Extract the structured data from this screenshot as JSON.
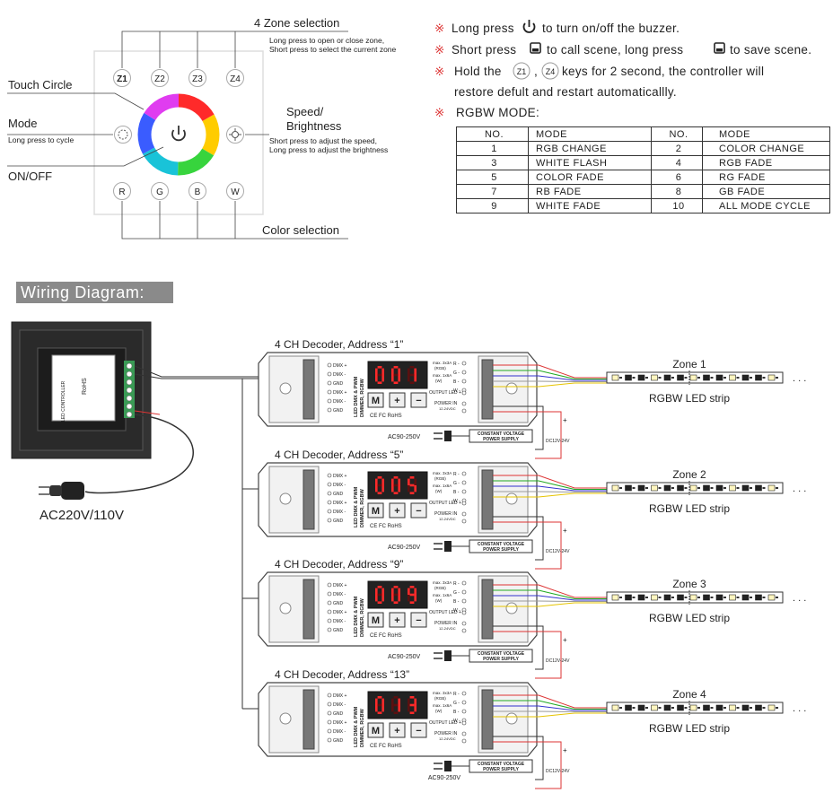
{
  "panel": {
    "zone_keys": [
      "Z1",
      "Z2",
      "Z3",
      "Z4"
    ],
    "color_keys": [
      "R",
      "G",
      "B",
      "W"
    ],
    "labels": {
      "zone_selection": "4 Zone selection",
      "zone_selection_desc1": "Long press to open or close zone,",
      "zone_selection_desc2": "Short press to select the current zone",
      "touch_circle": "Touch Circle",
      "mode": "Mode",
      "mode_desc": "Long press to cycle",
      "on_off": "ON/OFF",
      "speed_1": "Speed/",
      "speed_2": "Brightness",
      "speed_desc1": "Short press to adjust the speed,",
      "speed_desc2": "Long press to adjust the brightness",
      "color_selection": "Color selection"
    }
  },
  "notes": {
    "mark": "※",
    "n1_a": "Long press",
    "n1_b": "to turn on/off the buzzer.",
    "n2_a": "Short press",
    "n2_b": "to call scene, long press",
    "n2_c": "to save scene.",
    "n3_a": "Hold the",
    "n3_b": ",",
    "n3_c": "keys for 2 second, the controller will",
    "n3_d": "restore deful",
    "n3_e": "t and restart automaticallly.",
    "rgbw_title": "RGBW MODE:"
  },
  "mode_table": {
    "headers": [
      "NO.",
      "MODE",
      "NO.",
      "MODE"
    ],
    "rows": [
      [
        "1",
        "RGB CHANGE",
        "2",
        "COLOR CHANGE"
      ],
      [
        "3",
        "WHITE FLASH",
        "4",
        "RGB FADE"
      ],
      [
        "5",
        "COLOR FADE",
        "6",
        "RG FADE"
      ],
      [
        "7",
        "RB FADE",
        "8",
        "GB FADE"
      ],
      [
        "9",
        "WHITE FADE",
        "10",
        "ALL MODE CYCLE"
      ]
    ]
  },
  "wiring": {
    "title": "Wiring Diagram:",
    "mains": "AC220V/110V",
    "controller_label1": "LED CONTROLLER",
    "controller_label2": "RoHS",
    "decoders": [
      {
        "title": "4 CH Decoder, Address “1”",
        "display": "001",
        "zone": "Zone 1"
      },
      {
        "title": "4 CH Decoder, Address “5”",
        "display": "005",
        "zone": "Zone 2"
      },
      {
        "title": "4 CH Decoder, Address “9”",
        "display": "009",
        "zone": "Zone 3"
      },
      {
        "title": "4 CH Decoder, Address “13”",
        "display": "013",
        "zone": "Zone 4"
      }
    ],
    "strip_label": "RGBW LED strip",
    "ac_label": "AC90-250V",
    "psu1": "CONSTANT VOLTAGE",
    "psu2": "POWER SUPPLY",
    "dc_label": "DC12V-24V",
    "plus": "+",
    "minus": "-",
    "decoder_side": "LED DMX & PWM",
    "decoder_side2": "DIMMER, RGBW",
    "dmx_pins": [
      "DMX +",
      "DMX -",
      "GND",
      "DMX +",
      "DMX -",
      "GND"
    ],
    "out_pins": [
      "R -",
      "G -",
      "B -",
      "W -"
    ],
    "max1": "max. 3x3A",
    "max1b": "(RGB)",
    "max2": "max. 1x6A",
    "max2b": "(W)",
    "output_led": "OUTPUT LED +",
    "power_in": "POWER IN",
    "power_in_v": "12-24VDC",
    "btn_m": "M",
    "btn_plus": "+",
    "btn_minus": "−",
    "ce": "CE FC RoHS",
    "ellipsis": ". . ."
  }
}
